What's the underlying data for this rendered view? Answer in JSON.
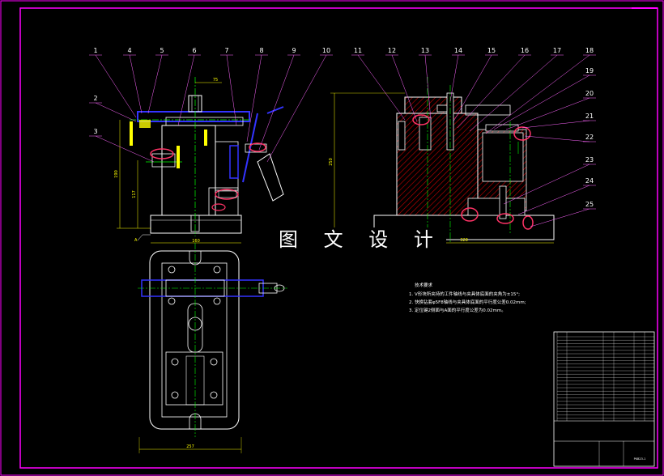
{
  "watermark": "图 文 设 计",
  "part_numbers": [
    "1",
    "2",
    "3",
    "4",
    "5",
    "6",
    "7",
    "8",
    "9",
    "10",
    "11",
    "12",
    "13",
    "14",
    "15",
    "16",
    "17",
    "18",
    "19",
    "20",
    "21",
    "22",
    "23",
    "24",
    "25"
  ],
  "dimensions": {
    "width_front": "160",
    "top_offset": "75",
    "width_side": "328",
    "height_total": "250",
    "height_left": "117",
    "height_mid": "190",
    "width_plan": "257"
  },
  "datum_label": "A",
  "technical_requirements": {
    "heading": "技术要求",
    "lines": [
      "1. V形块所夹持的工件轴线与夹具体底面的夹角为±15°;",
      "2. 快换钻套φ5F8轴线与夹具体底面的平行度公差0.02mm;",
      "3. 定位键2侧面与A面的平行度公差为0.02mm。"
    ]
  },
  "title_block": {
    "drawing_no": "PKB23-1"
  },
  "colors": {
    "background": "#000000",
    "border": "#ff00ff",
    "outline": "#ffffff",
    "green": "#00ff00",
    "yellow": "#ffff00",
    "blue": "#3333ff",
    "red": "#cc0000",
    "leader": "#ff66ff"
  }
}
